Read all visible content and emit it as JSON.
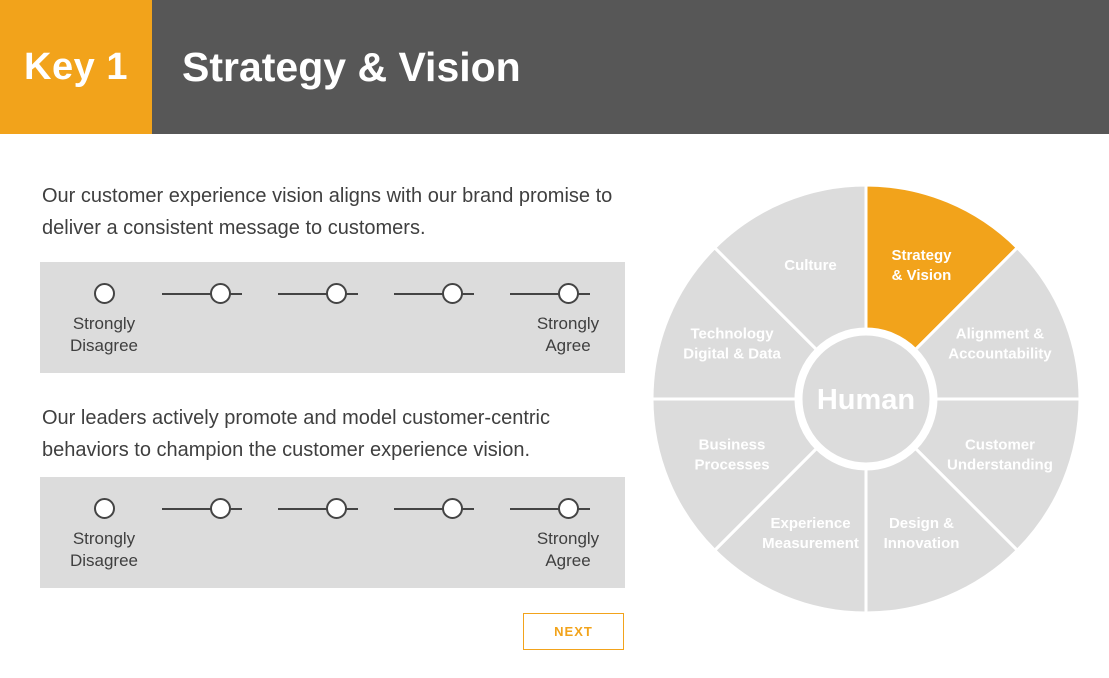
{
  "header": {
    "key_label": "Key 1",
    "title": "Strategy & Vision"
  },
  "questions": [
    {
      "text_line1": "Our customer experience vision aligns with our brand promise to",
      "text_line2": "deliver a consistent message to customers.",
      "left_line1": "Strongly",
      "left_line2": "Disagree",
      "right_line1": "Strongly",
      "right_line2": "Agree",
      "options_count": 5,
      "selected": null
    },
    {
      "text_line1": "Our leaders actively promote and model customer-centric",
      "text_line2": "behaviors to champion the customer experience vision.",
      "left_line1": "Strongly",
      "left_line2": "Disagree",
      "right_line1": "Strongly",
      "right_line2": "Agree",
      "options_count": 5,
      "selected": null
    }
  ],
  "next_label": "NEXT",
  "wheel": {
    "hub": "Human",
    "active_index": 0,
    "segments": [
      {
        "line1": "Strategy",
        "line2": "& Vision"
      },
      {
        "line1": "Alignment &",
        "line2": "Accountability"
      },
      {
        "line1": "Customer",
        "line2": "Understanding"
      },
      {
        "line1": "Design &",
        "line2": "Innovation"
      },
      {
        "line1": "Experience",
        "line2": "Measurement"
      },
      {
        "line1": "Business",
        "line2": "Processes"
      },
      {
        "line1": "Technology",
        "line2": "Digital & Data"
      },
      {
        "line1": "Culture",
        "line2": ""
      }
    ]
  },
  "colors": {
    "accent": "#f2a31b",
    "header_bg": "#575757",
    "segment": "#dcdcdc",
    "panel": "#dcdcdc",
    "text": "#3f3f3f"
  }
}
